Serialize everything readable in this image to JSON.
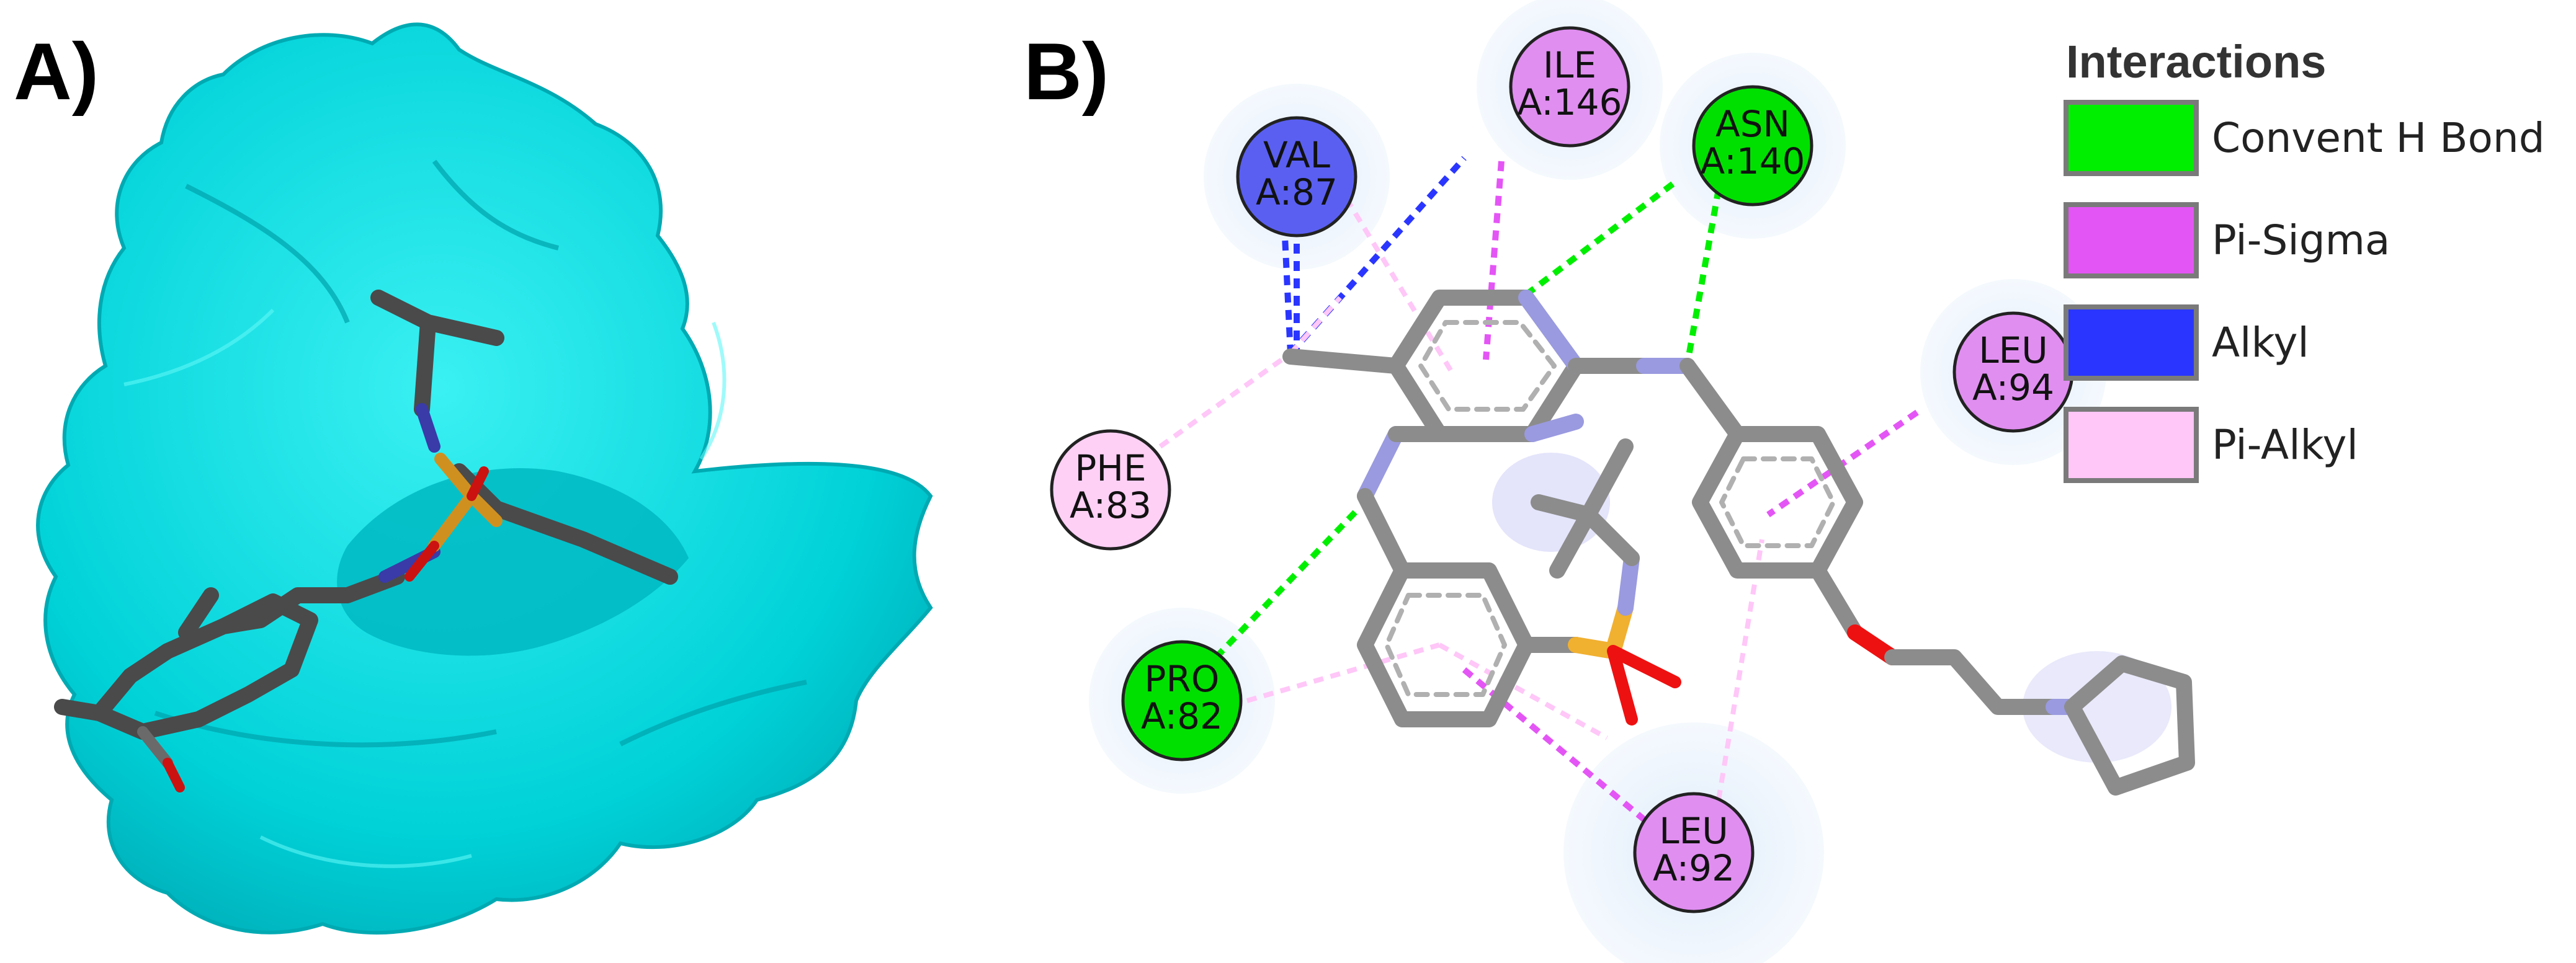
{
  "panels": {
    "a_label": "A)",
    "b_label": "B)"
  },
  "legend": {
    "title": "Interactions",
    "items": [
      {
        "label": "Convent H Bond",
        "color": "#00ee00"
      },
      {
        "label": "Pi-Sigma",
        "color": "#e455f5"
      },
      {
        "label": "Alkyl",
        "color": "#2a36ff"
      },
      {
        "label": "Pi-Alkyl",
        "color": "#ffc6f8"
      }
    ]
  },
  "residues": [
    {
      "name": "VAL",
      "id": "A:87",
      "color": "#5a5ff2"
    },
    {
      "name": "ILE",
      "id": "A:146",
      "color": "#e08ef0"
    },
    {
      "name": "ASN",
      "id": "A:140",
      "color": "#00e000"
    },
    {
      "name": "LEU",
      "id": "A:94",
      "color": "#e08ef0"
    },
    {
      "name": "PHE",
      "id": "A:83",
      "color": "#ffd0f6"
    },
    {
      "name": "PRO",
      "id": "A:82",
      "color": "#00e000"
    },
    {
      "name": "LEU",
      "id": "A:92",
      "color": "#e08ef0"
    }
  ],
  "colors": {
    "surface": "#00d7dc",
    "bond": "#8c8c8c",
    "nitrogen": "#9a9ae0",
    "oxygen": "#ee1111",
    "sulfur": "#f0b030"
  }
}
